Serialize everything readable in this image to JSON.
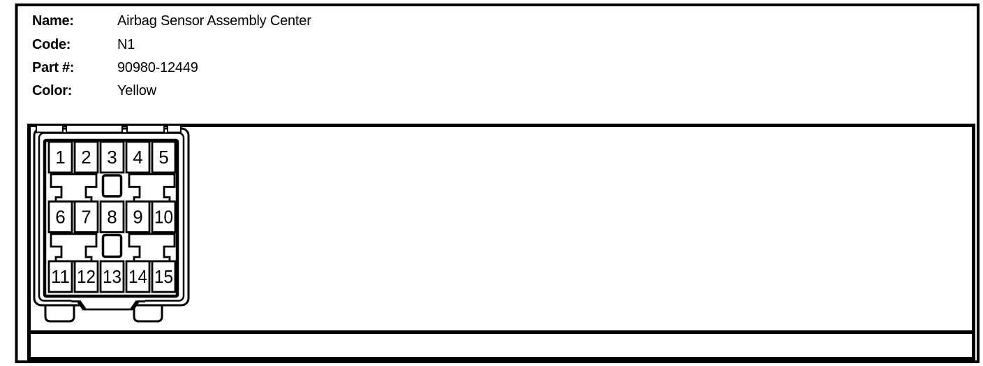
{
  "header": {
    "fields": [
      {
        "label": "Name:",
        "value": "Airbag Sensor Assembly Center"
      },
      {
        "label": "Code:",
        "value": "N1"
      },
      {
        "label": "Part #:",
        "value": "90980-12449"
      },
      {
        "label": "Color:",
        "value": "Yellow"
      }
    ]
  },
  "connector": {
    "description": "15-pin connector face view, 3 rows of 5 pins",
    "rows": [
      [
        "1",
        "2",
        "3",
        "4",
        "5"
      ],
      [
        "6",
        "7",
        "8",
        "9",
        "10"
      ],
      [
        "11",
        "12",
        "13",
        "14",
        "15"
      ]
    ]
  },
  "colors": {
    "line": "#000000",
    "background": "#ffffff"
  }
}
